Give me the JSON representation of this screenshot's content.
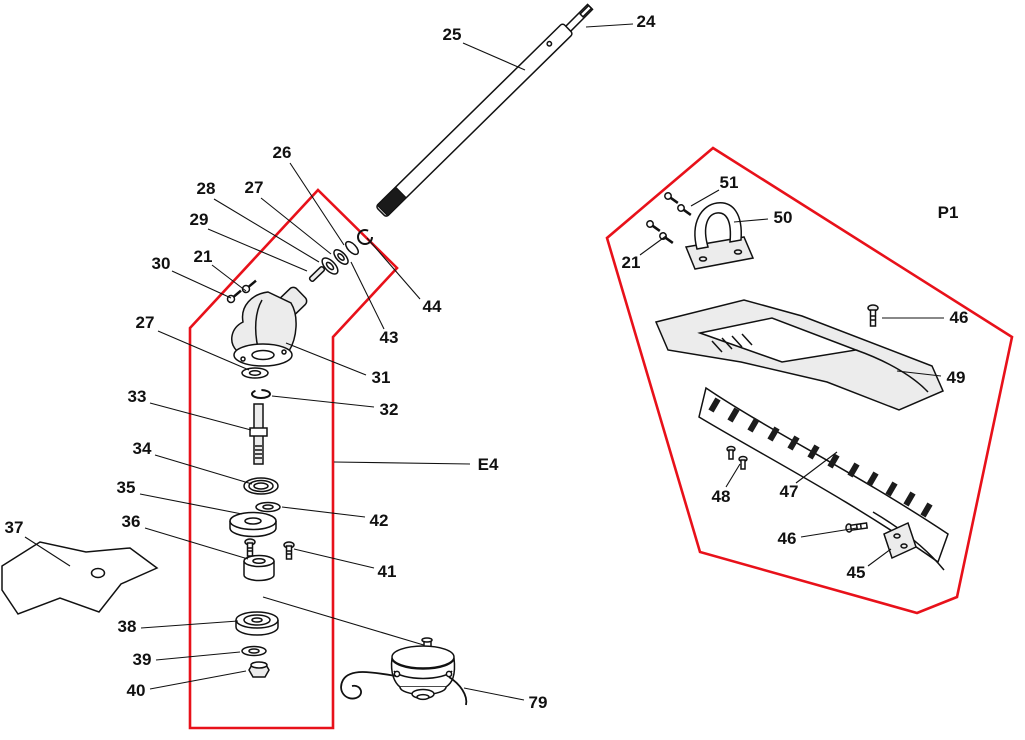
{
  "colors": {
    "outline_red": "#e8111a",
    "line_black": "#111111",
    "background": "#ffffff"
  },
  "labels": {
    "n24": "24",
    "n25": "25",
    "n26": "26",
    "n27a": "27",
    "n28": "28",
    "n29": "29",
    "n21a": "21",
    "n30": "30",
    "n27b": "27",
    "n31": "31",
    "n32": "32",
    "n33": "33",
    "n34": "34",
    "n35": "35",
    "n36": "36",
    "n37": "37",
    "n38": "38",
    "n39": "39",
    "n40": "40",
    "n41": "41",
    "n42": "42",
    "n43": "43",
    "n44": "44",
    "e4": "E4",
    "n79": "79",
    "n51": "51",
    "n50": "50",
    "n21b": "21",
    "p1": "P1",
    "n46a": "46",
    "n49": "49",
    "n48": "48",
    "n47": "47",
    "n46b": "46",
    "n45": "45"
  }
}
